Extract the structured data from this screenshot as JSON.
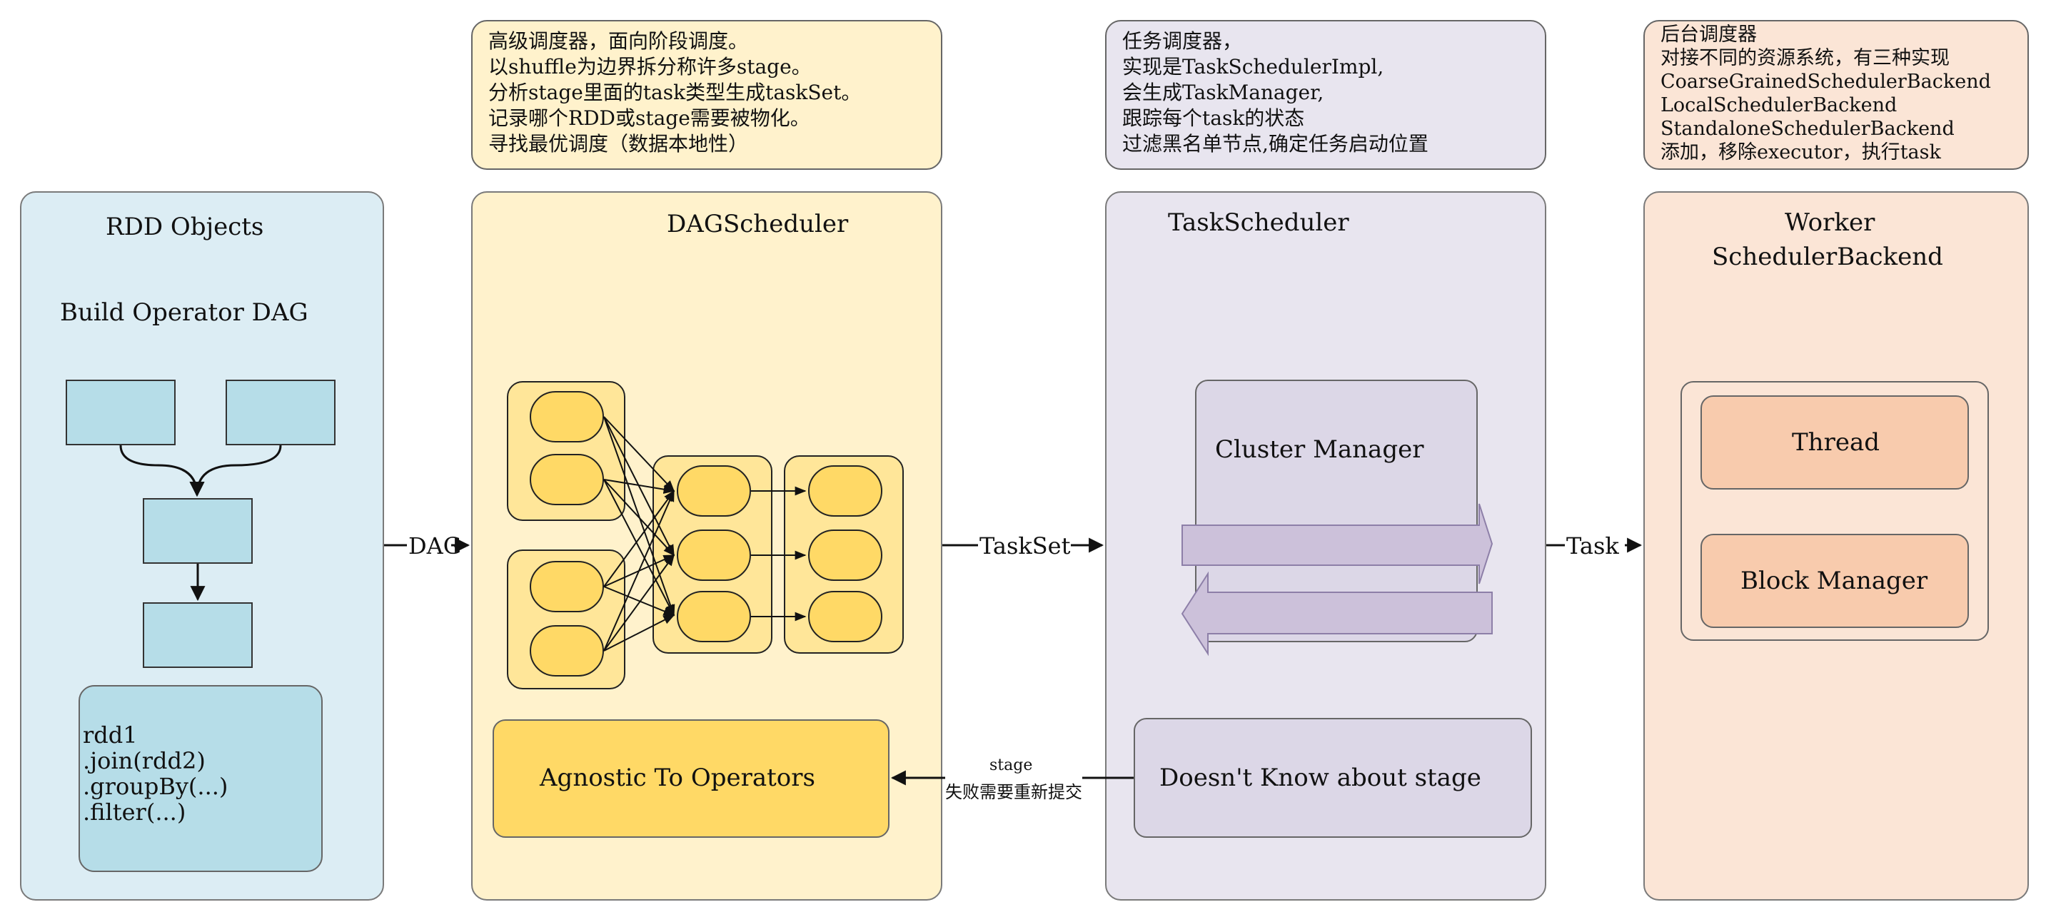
{
  "colors": {
    "rdd_bg": "#dcedf4",
    "rdd_box": "#b6dde8",
    "dag_bg": "#fff2cc",
    "dag_inner": "#ffe699",
    "dag_node": "#ffd966",
    "task_bg": "#e8e5ef",
    "task_inner": "#dcd7e7",
    "arrow_purple": "#ccc1da",
    "worker_bg": "#fbe5d6",
    "worker_inner": "#f8cbad"
  },
  "notes": {
    "dag": [
      "高级调度器，面向阶段调度。",
      "以shuffle为边界拆分称许多stage。",
      "分析stage里面的task类型生成taskSet。",
      "记录哪个RDD或stage需要被物化。",
      "寻找最优调度（数据本地性）"
    ],
    "task": [
      "任务调度器，",
      "实现是TaskSchedulerImpl,",
      "会生成TaskManager,",
      "跟踪每个task的状态",
      "过滤黑名单节点,确定任务启动位置"
    ],
    "worker": [
      "后台调度器",
      "对接不同的资源系统，有三种实现",
      "CoarseGrainedSchedulerBackend",
      "LocalSchedulerBackend",
      "StandaloneSchedulerBackend",
      "添加，移除executor，执行task"
    ]
  },
  "rdd": {
    "title": "RDD Objects",
    "subtitle": "Build Operator DAG",
    "code": [
      "rdd1",
      ".join(rdd2)",
      ".groupBy(...)",
      ".filter(...)"
    ]
  },
  "dag": {
    "title": "DAGScheduler",
    "agnostic": "Agnostic To Operators"
  },
  "task": {
    "title": "TaskScheduler",
    "cluster": "Cluster Manager",
    "doesnt": "Doesn't Know about stage"
  },
  "worker": {
    "title_line1": "Worker",
    "title_line2": "SchedulerBackend",
    "thread": "Thread",
    "block": "Block Manager"
  },
  "connectors": {
    "dag": "DAG",
    "taskset": "TaskSet",
    "task": "Task",
    "resubmit_line1": "stage",
    "resubmit_line2": "失败需要重新提交"
  }
}
